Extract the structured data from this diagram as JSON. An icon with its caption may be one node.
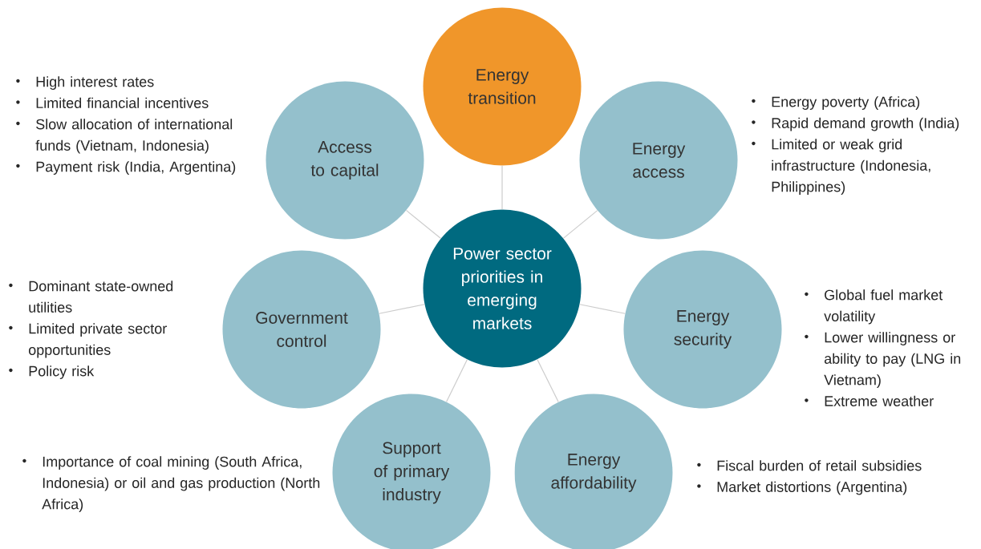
{
  "diagram": {
    "nodes": [
      {
        "text": [
          "Power sector priorities in emerging markets"
        ]
      },
      {
        "text": [
          "Energy transition"
        ]
      },
      {
        "text": [
          "Energy access"
        ],
        "beside": [
          "Energy poverty (Africa)",
          "Rapid demand growth (India)",
          "Limited or weak grid infrastructure (Indonesia, Philippines)"
        ]
      },
      {
        "text": [
          "Energy security"
        ],
        "beside": [
          "Global fuel market volatility",
          "Lower willingness or ability to pay (LNG in Vietnam)",
          "Extreme weather"
        ]
      },
      {
        "text": [
          "Energy affordability"
        ],
        "beside": [
          "Fiscal burden of retail subsidies",
          "Market distortions (Argentina)"
        ]
      },
      {
        "text": [
          "Support of primary industry"
        ],
        "beside": [
          "Importance of coal mining (South Africa, Indonesia) or oil and gas production (North Africa)"
        ]
      },
      {
        "text": [
          "Government control"
        ],
        "beside": [
          "Dominant state-owned utilities",
          "Limited private sector opportunities",
          "Policy risk"
        ]
      },
      {
        "text": [
          "Access to capital"
        ],
        "beside": [
          "High interest rates",
          "Limited financial incentives",
          "Slow allocation of international funds (Vietnam, Indonesia)",
          "Payment risk (India, Argentina)"
        ]
      }
    ],
    "edges": [
      {
        "from": 0,
        "to": 1,
        "arrow": "none"
      },
      {
        "from": 0,
        "to": 2,
        "arrow": "none"
      },
      {
        "from": 0,
        "to": 3,
        "arrow": "none"
      },
      {
        "from": 0,
        "to": 4,
        "arrow": "none"
      },
      {
        "from": 0,
        "to": 5,
        "arrow": "none"
      },
      {
        "from": 0,
        "to": 6,
        "arrow": "none"
      },
      {
        "from": 0,
        "to": 7,
        "arrow": "none"
      }
    ]
  }
}
